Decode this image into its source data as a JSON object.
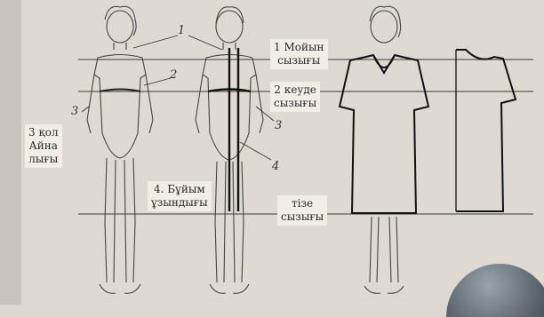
{
  "labels": {
    "neck_line": [
      "1 Мойын",
      "сызығы"
    ],
    "chest_line": [
      "2 кеуде",
      "сызығы"
    ],
    "armhole": [
      "3 қол",
      "Айна",
      "лығы"
    ],
    "length": [
      "4. Бұйым",
      "ұзындығы"
    ],
    "knee_line": [
      "тізе",
      "сызығы"
    ]
  },
  "markers": {
    "m1": "1",
    "m2": "2",
    "m3_left": "3",
    "m3_right": "3",
    "m4": "4"
  },
  "colors": {
    "line": "#3a3a3a",
    "label_bg": "#f1eee7",
    "background": "#dedad2"
  }
}
